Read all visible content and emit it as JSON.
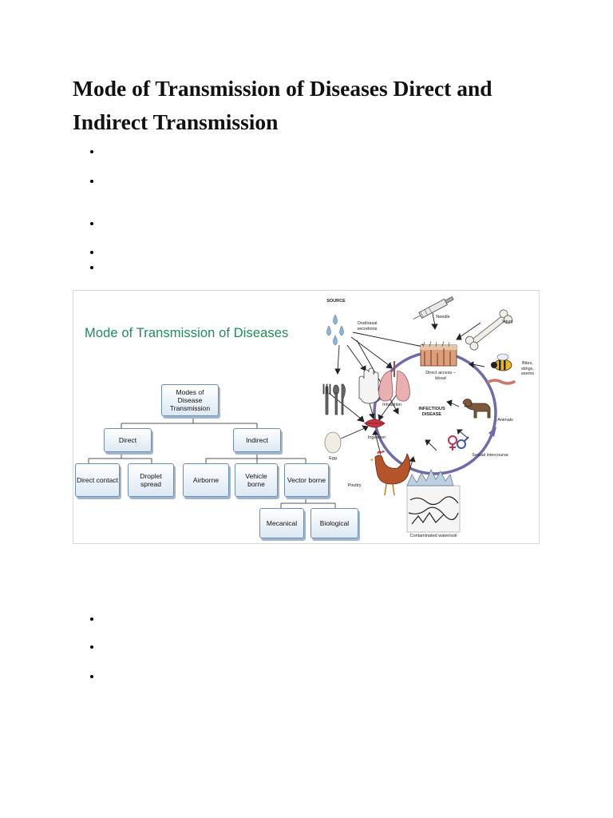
{
  "document": {
    "title": "Mode of Transmission of Diseases  Direct and Indirect Transmission",
    "bullets_top_count": 5,
    "bullets_bottom_count": 3
  },
  "figure": {
    "heading": "Mode of Transmission of Diseases",
    "tree": {
      "root": "Modes of Disease Transmission",
      "direct": "Direct",
      "indirect": "Indirect",
      "direct_contact": "Direct contact",
      "droplet_spread": "Droplet spread",
      "airborne": "Airborne",
      "vehicle_borne": "Vehicle borne",
      "vector_borne": "Vector borne",
      "mecanical": "Mecanical",
      "biological": "Biological"
    },
    "cycle_labels": {
      "source": "SOURCE",
      "oral_nasal": "Oral/nasal secretions",
      "needle": "Needle",
      "injury": "Injury",
      "direct_access": "Direct access – blood",
      "bites": "Bites, stings, worms",
      "inhalation": "Inhalation",
      "infectious_disease": "INFECTIOUS DISEASE",
      "animals": "Animals",
      "ingestion": "Ingestion",
      "egg": "Egg",
      "sexual_intercourse": "Sexual intercourse",
      "poultry": "Poultry",
      "contaminated_water": "Contaminated water/soil"
    },
    "colors": {
      "heading": "#1f8a5a",
      "box_border": "#6c8fb3",
      "cycle": "#6f6aa8"
    }
  }
}
